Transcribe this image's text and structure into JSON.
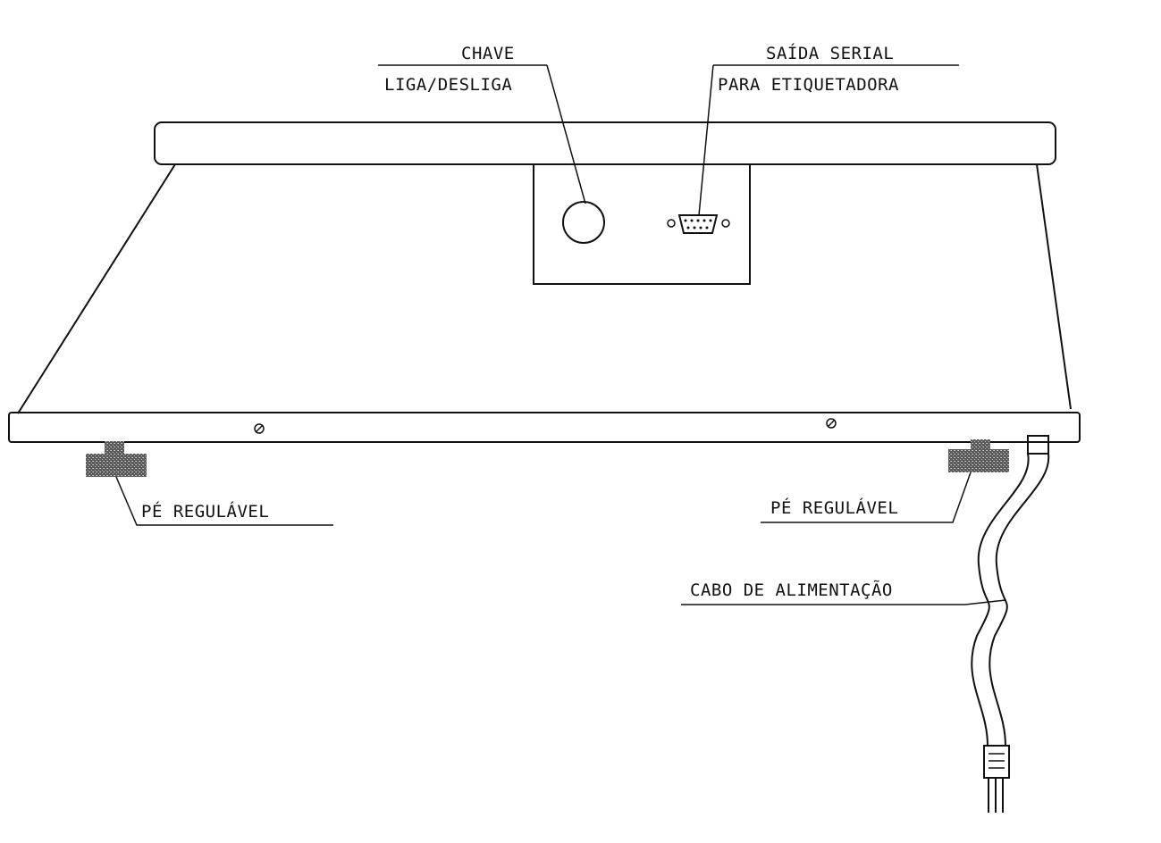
{
  "labels": {
    "power_switch_line1": "CHAVE",
    "power_switch_line2": "LIGA/DESLIGA",
    "serial_output_line1": "SAÍDA SERIAL",
    "serial_output_line2": "PARA ETIQUETADORA",
    "adjustable_foot_left": "PÉ REGULÁVEL",
    "adjustable_foot_right": "PÉ REGULÁVEL",
    "power_cable": "CABO DE ALIMENTAÇÃO"
  },
  "colors": {
    "line": "#111111",
    "background": "#ffffff",
    "foot_fill": "#6e6e6e"
  }
}
